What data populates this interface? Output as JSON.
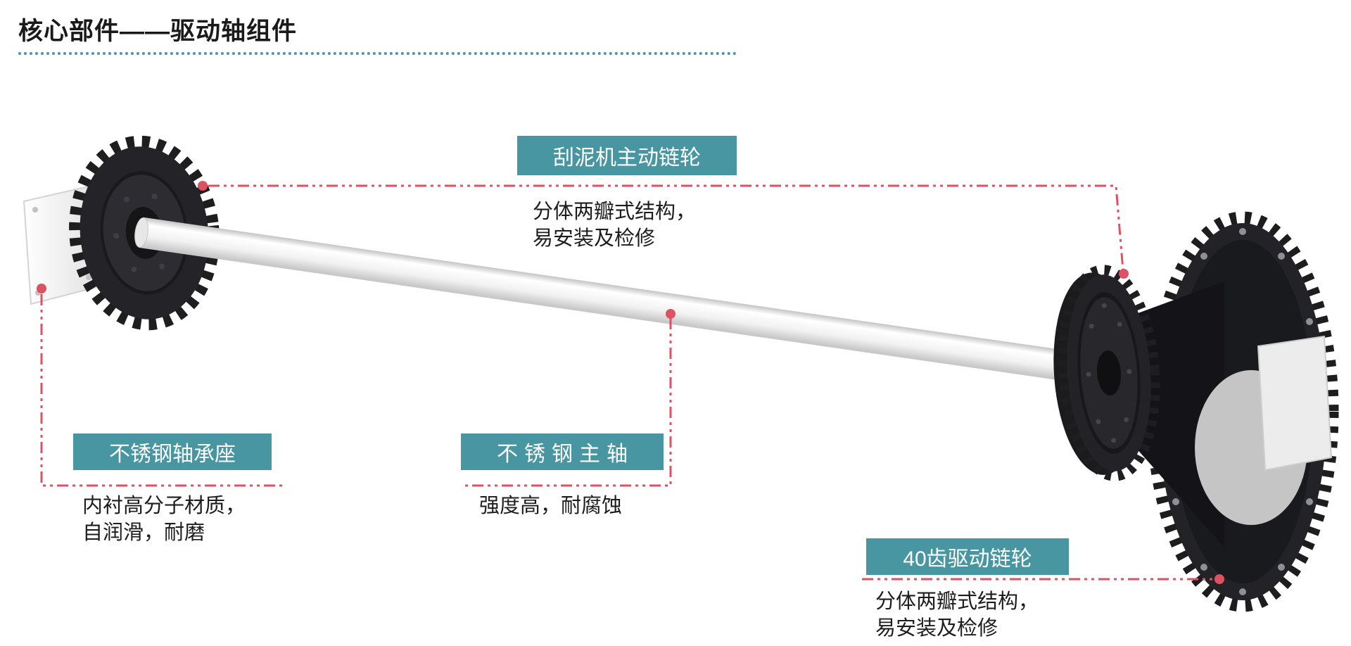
{
  "page": {
    "title": "核心部件——驱动轴组件"
  },
  "callouts": {
    "drive_sprocket": {
      "label": "刮泥机主动链轮",
      "description": "分体两瓣式结构，\n易安装及检修"
    },
    "bearing_seat": {
      "label": "不锈钢轴承座",
      "description": "内衬高分子材质，\n自润滑，耐磨"
    },
    "main_shaft": {
      "label": "不锈钢主轴",
      "description": "强度高，耐腐蚀"
    },
    "drive_chain_wheel": {
      "label": "40齿驱动链轮",
      "description": "分体两瓣式结构，\n易安装及检修"
    }
  },
  "colors": {
    "accent_teal": "#4796a1",
    "connector_red": "#dd5263",
    "machine_dark": "#232327",
    "shaft_white": "#f2f2f2",
    "title_text": "#1a1a1a"
  }
}
